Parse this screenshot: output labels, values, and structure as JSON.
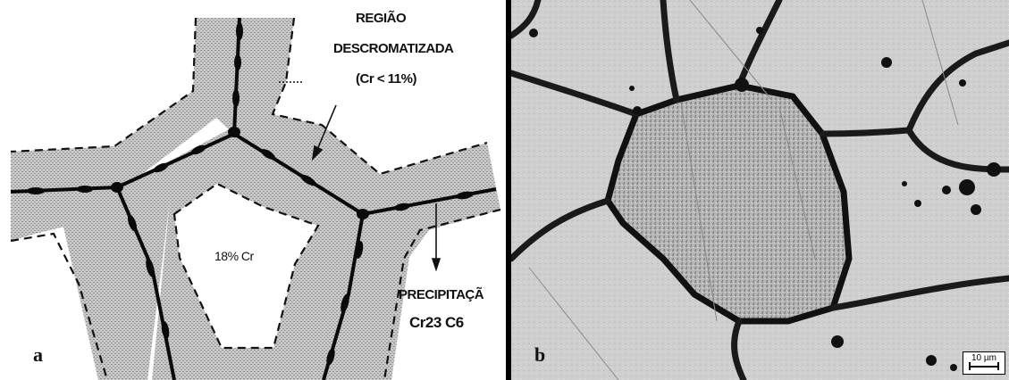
{
  "panel_a": {
    "label": "a",
    "region_title_line1": "REGIÃO",
    "region_title_line2": "DESCROMATIZADA",
    "region_condition": "(Cr < 11%)",
    "center_label": "18% Cr",
    "precip_label": "PRECIPITAÇÃ",
    "precip_formula": "Cr23 C6"
  },
  "panel_b": {
    "label": "b",
    "scale_bar": "10 µm"
  }
}
